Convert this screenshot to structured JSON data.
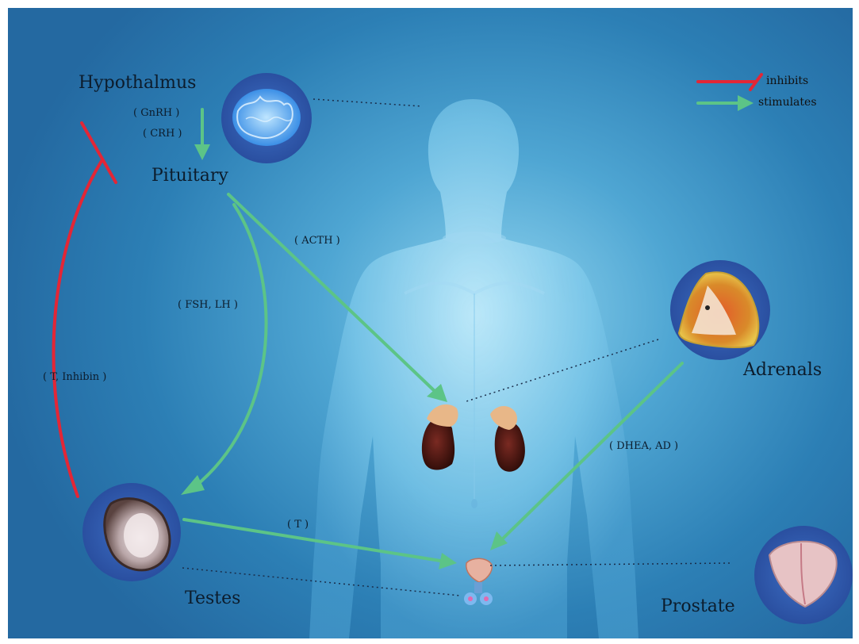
{
  "labels": {
    "hypothalamus": "Hypothalmus",
    "pituitary": "Pituitary",
    "adrenals": "Adrenals",
    "testes": "Testes",
    "prostate": "Prostate"
  },
  "hormones": {
    "gnrh": "( GnRH )",
    "crh": "( CRH )",
    "acth": "( ACTH )",
    "fsh_lh": "( FSH, LH )",
    "t_inhibin": "( T, Inhibin )",
    "dhea_ad": "( DHEA, AD )",
    "t": "( T )"
  },
  "legend": {
    "inhibits": "inhibits",
    "stimulates": "stimulates"
  },
  "colors": {
    "inhibit": "#e32636",
    "stimulate": "#5cc487",
    "background": "#2f86bd",
    "organ_circle": "#2c55a8"
  }
}
